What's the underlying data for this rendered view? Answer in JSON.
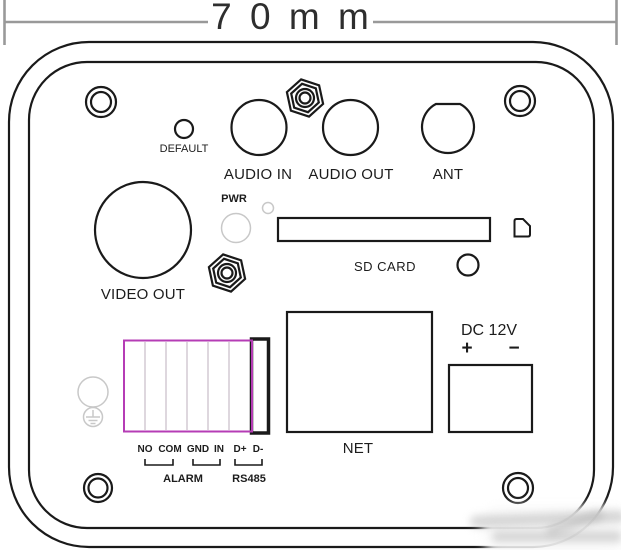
{
  "dimension": {
    "label": "7 0 m m"
  },
  "panel": {
    "default_label": "DEFAULT",
    "audio_in_label": "AUDIO IN",
    "audio_out_label": "AUDIO OUT",
    "ant_label": "ANT",
    "video_out_label": "VIDEO OUT",
    "pwr_label": "PWR",
    "sd_card_label": "SD CARD",
    "net_label": "NET",
    "dc_label": "DC 12V",
    "dc_plus": "+",
    "dc_minus": "−",
    "terminals": [
      "NO",
      "COM",
      "GND",
      "IN",
      "D+",
      "D-"
    ],
    "alarm_label": "ALARM",
    "rs485_label": "RS485"
  },
  "colors": {
    "line": "#1a1a1a",
    "dimension_line": "#999999",
    "terminal_block_accent": "#b53cb5",
    "faint_gray": "#c8c8c8"
  }
}
